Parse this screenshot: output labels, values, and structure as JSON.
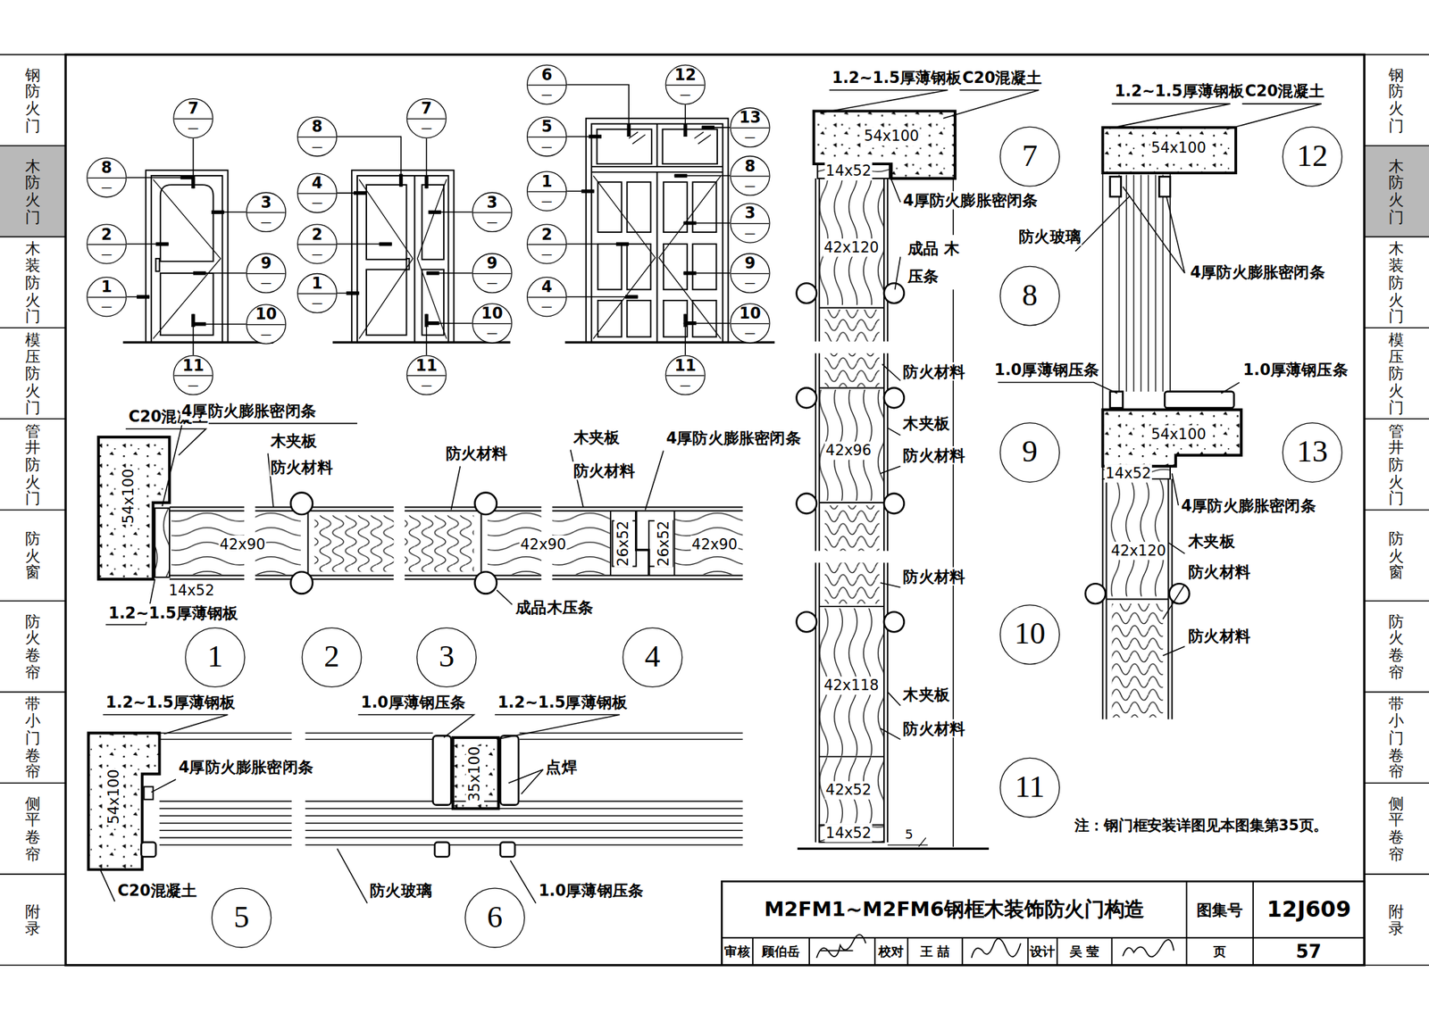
{
  "diagram": {
    "title": "M2FM1~M2FM6钢框木装饰防火门构造",
    "nodes": [
      {
        "text": [
          "7",
          "—"
        ]
      },
      {
        "text": [
          "8",
          "—"
        ]
      },
      {
        "text": [
          "2",
          "—"
        ]
      },
      {
        "text": [
          "1",
          "—"
        ]
      },
      {
        "text": [
          "3",
          "—"
        ]
      },
      {
        "text": [
          "9",
          "—"
        ]
      },
      {
        "text": [
          "10",
          "—"
        ]
      },
      {
        "text": [
          "11",
          "—"
        ]
      },
      {
        "text": [
          "8",
          "—"
        ]
      },
      {
        "text": [
          "7",
          "—"
        ]
      },
      {
        "text": [
          "4",
          "—"
        ]
      },
      {
        "text": [
          "2",
          "—"
        ]
      },
      {
        "text": [
          "1",
          "—"
        ]
      },
      {
        "text": [
          "3",
          "—"
        ]
      },
      {
        "text": [
          "9",
          "—"
        ]
      },
      {
        "text": [
          "10",
          "—"
        ]
      },
      {
        "text": [
          "11",
          "—"
        ]
      },
      {
        "text": [
          "6",
          "—"
        ]
      },
      {
        "text": [
          "12",
          "—"
        ]
      },
      {
        "text": [
          "5",
          "—"
        ]
      },
      {
        "text": [
          "13",
          "—"
        ]
      },
      {
        "text": [
          "1",
          "—"
        ]
      },
      {
        "text": [
          "8",
          "—"
        ]
      },
      {
        "text": [
          "2",
          "—"
        ]
      },
      {
        "text": [
          "3",
          "—"
        ]
      },
      {
        "text": [
          "4",
          "—"
        ]
      },
      {
        "text": [
          "9",
          "—"
        ]
      },
      {
        "text": [
          "10",
          "—"
        ]
      },
      {
        "text": [
          "11",
          "—"
        ]
      },
      {
        "text": [
          "1"
        ]
      },
      {
        "text": [
          "2"
        ]
      },
      {
        "text": [
          "3"
        ]
      },
      {
        "text": [
          "4"
        ]
      },
      {
        "text": [
          "5"
        ]
      },
      {
        "text": [
          "6"
        ]
      },
      {
        "text": [
          "7"
        ]
      },
      {
        "text": [
          "8"
        ]
      },
      {
        "text": [
          "9"
        ]
      },
      {
        "text": [
          "10"
        ]
      },
      {
        "text": [
          "11"
        ]
      },
      {
        "text": [
          "12"
        ]
      },
      {
        "text": [
          "13"
        ]
      }
    ],
    "labels": [
      "钢防火门",
      "木防火门",
      "木装防火门",
      "模压防火门",
      "管井防火门",
      "防火窗",
      "防火卷帘",
      "带小门卷帘",
      "侧平卷帘",
      "附录",
      "钢防火门",
      "木防火门",
      "木装防火门",
      "模压防火门",
      "管井防火门",
      "防火窗",
      "防火卷帘",
      "带小门卷帘",
      "侧平卷帘",
      "附录",
      "C20混凝土",
      "4厚防火膨胀密闭条",
      "54x100",
      "木夹板",
      "防火材料",
      "防火材料",
      "木夹板",
      "防火材料",
      "4厚防火膨胀密闭条",
      "42x90",
      "42x90",
      "26x52",
      "26x52",
      "42x90",
      "14x52",
      "1.2~1.5厚薄钢板",
      "成品木压条",
      "1.2~1.5厚薄钢板",
      "4厚防火膨胀密闭条",
      "54x100",
      "C20混凝土",
      "防火玻璃",
      "1.0厚薄钢压条",
      "1.2~1.5厚薄钢板",
      "点焊",
      "35x100",
      "1.0厚薄钢压条",
      "1.2~1.5厚薄钢板",
      "C20混凝土",
      "54x100",
      "14x52",
      "4厚防火膨胀密闭条",
      "42x120",
      "成品 木压条",
      "防火材料",
      "木夹板",
      "防火材料",
      "42x96",
      "防火材料",
      "42x118",
      "木夹板",
      "防火材料",
      "42x52",
      "14x52",
      "5",
      "注：钢门框安装详图见本图集第35页。",
      "1.2~1.5厚薄钢板",
      "C20混凝土",
      "54x100",
      "防火玻璃",
      "4厚防火膨胀密闭条",
      "1.0厚薄钢压条",
      "1.0厚薄钢压条",
      "54x100",
      "14x52",
      "4厚防火膨胀密闭条",
      "42x120",
      "木夹板",
      "防火材料",
      "防火材料",
      "图集号",
      "12J609",
      "审核",
      "顾伯岳",
      "校对",
      "王 喆",
      "设计",
      "吴 莹",
      "页",
      "57"
    ]
  }
}
